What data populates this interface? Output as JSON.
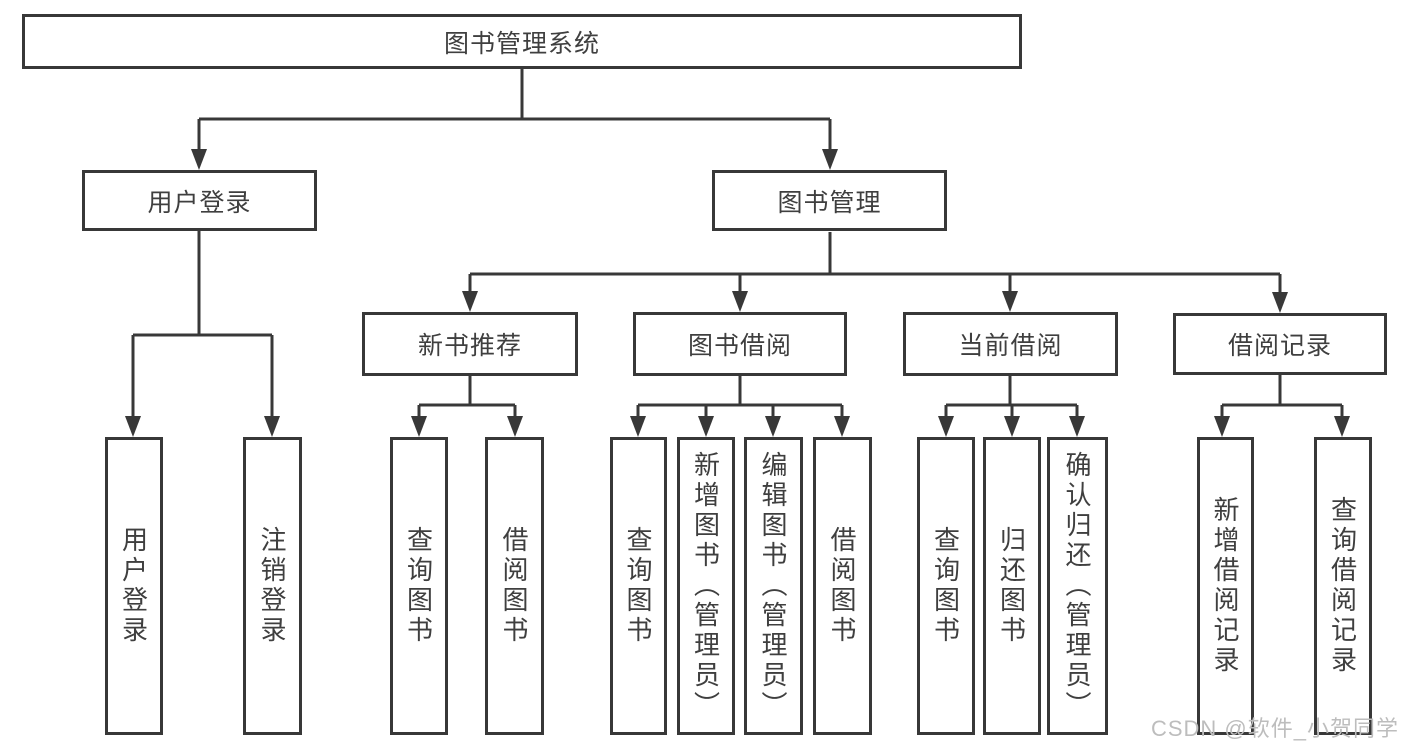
{
  "diagram": {
    "root": "图书管理系统",
    "branches": [
      {
        "label": "用户登录",
        "children": [
          "用户登录",
          "注销登录"
        ]
      },
      {
        "label": "图书管理",
        "groups": [
          {
            "label": "新书推荐",
            "children": [
              "查询图书",
              "借阅图书"
            ]
          },
          {
            "label": "图书借阅",
            "children": [
              "查询图书",
              "新增图书（管理员）",
              "编辑图书（管理员）",
              "借阅图书"
            ]
          },
          {
            "label": "当前借阅",
            "children": [
              "查询图书",
              "归还图书",
              "确认归还（管理员）"
            ]
          },
          {
            "label": "借阅记录",
            "children": [
              "新增借阅记录",
              "查询借阅记录"
            ]
          }
        ]
      }
    ],
    "colors": {
      "line": "#383838",
      "text": "#3f3f3f",
      "background": "#ffffff",
      "watermark": "#bdbdbd"
    }
  },
  "watermark": "CSDN @软件_小贺同学"
}
